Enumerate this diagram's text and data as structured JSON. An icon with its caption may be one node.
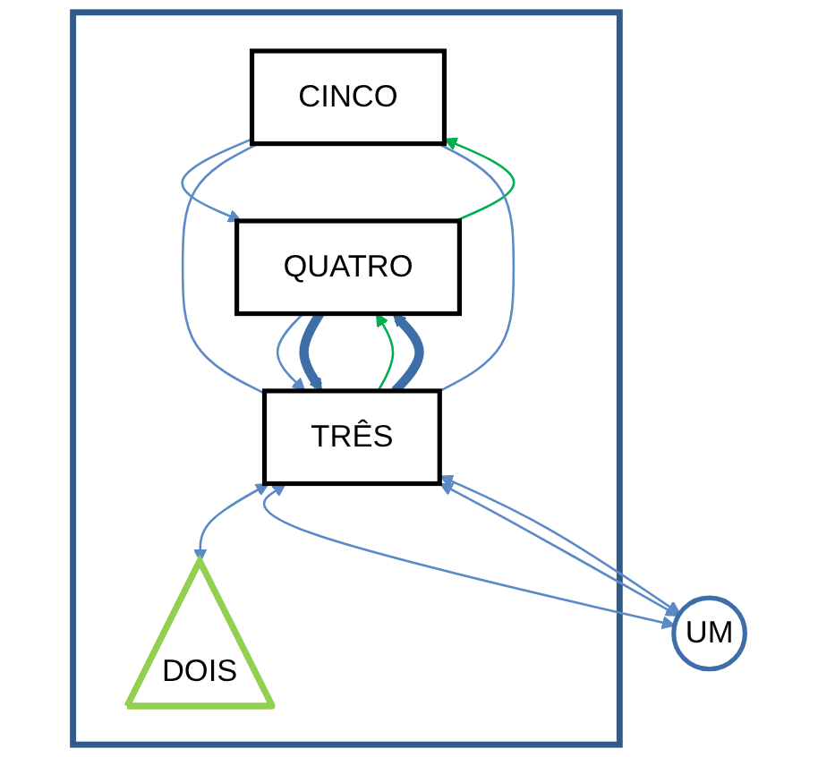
{
  "diagram": {
    "nodes": [
      {
        "text": [],
        "shape": "box"
      },
      {
        "text": [
          "CINCO"
        ],
        "in": 0
      },
      {
        "text": [
          "QUATRO"
        ],
        "in": 0
      },
      {
        "text": [
          "TRÊS"
        ],
        "in": 0
      },
      {
        "text": [
          "DOIS"
        ],
        "in": 0
      },
      {
        "text": [
          "UM"
        ]
      }
    ],
    "edges": [
      {
        "from": 1,
        "to": 2,
        "arrow": "to"
      },
      {
        "from": 2,
        "to": 1,
        "arrow": "to",
        "color": "#00b050"
      },
      {
        "from": 2,
        "to": 3,
        "arrow": "to"
      },
      {
        "from": 3,
        "to": 2,
        "arrow": "to",
        "color": "#00b050"
      },
      {
        "from": 2,
        "to": 3,
        "arrow": "to",
        "style": "thick",
        "color": "#3d6ea8"
      },
      {
        "from": 3,
        "to": 2,
        "arrow": "to",
        "style": "thick",
        "color": "#3d6ea8"
      },
      {
        "from": 1,
        "to": 3,
        "arrow": "none"
      },
      {
        "from": 1,
        "to": 3,
        "arrow": "none"
      },
      {
        "from": 3,
        "to": 4,
        "arrow": "both"
      },
      {
        "from": 3,
        "to": 5,
        "arrow": "both"
      },
      {
        "from": 3,
        "to": 5,
        "arrow": "both"
      },
      {
        "from": 3,
        "to": 5,
        "arrow": "both"
      }
    ]
  }
}
